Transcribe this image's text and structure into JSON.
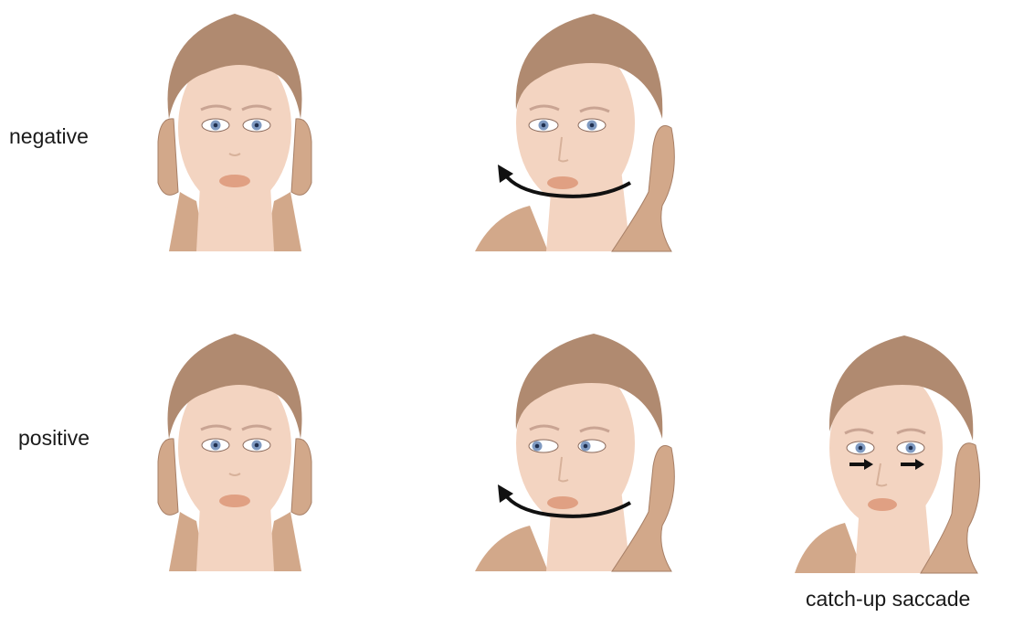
{
  "rows": {
    "negative": {
      "label": "negative"
    },
    "positive": {
      "label": "positive"
    }
  },
  "caption": "catch-up saccade",
  "colors": {
    "hair": "#b08a70",
    "skin": "#f3d4c1",
    "skin_shade": "#e9c0a8",
    "hand": "#d2a88a",
    "hand_edge": "#a77f66",
    "lips": "#e0a083",
    "iris": "#7f9ac1",
    "arrow": "#111111"
  }
}
